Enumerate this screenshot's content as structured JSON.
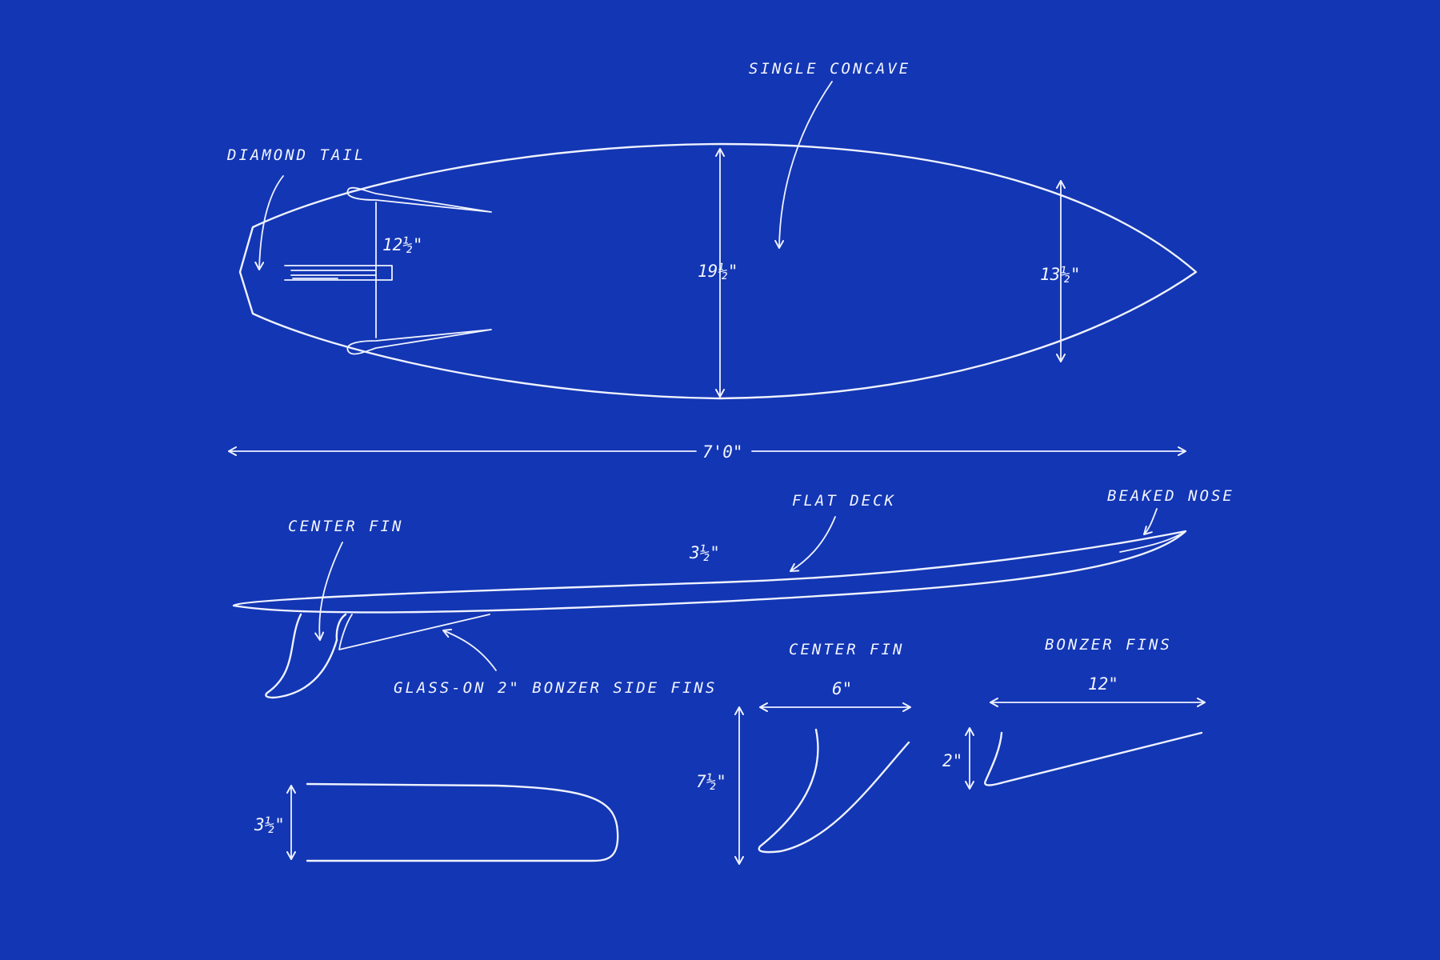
{
  "colors": {
    "background": "#1336b4",
    "ink": "#eef2ff"
  },
  "labels": {
    "single_concave": "SINGLE CONCAVE",
    "diamond_tail": "DIAMOND TAIL",
    "flat_deck": "FLAT DECK",
    "beaked_nose": "BEAKED NOSE",
    "center_fin_callout": "CENTER FIN",
    "glass_on": "GLASS-ON 2\" BONZER SIDE FINS",
    "center_fin_title": "CENTER FIN",
    "bonzer_fins_title": "BONZER FINS"
  },
  "dimensions": {
    "tail_width": "12½\"",
    "wide_point": "19½\"",
    "nose_width": "13½\"",
    "length": "7'0\"",
    "thickness": "3½\"",
    "rail_profile": "3½\"",
    "center_fin_base": "6\"",
    "center_fin_height": "7½\"",
    "bonzer_length": "12\"",
    "bonzer_height": "2\""
  }
}
